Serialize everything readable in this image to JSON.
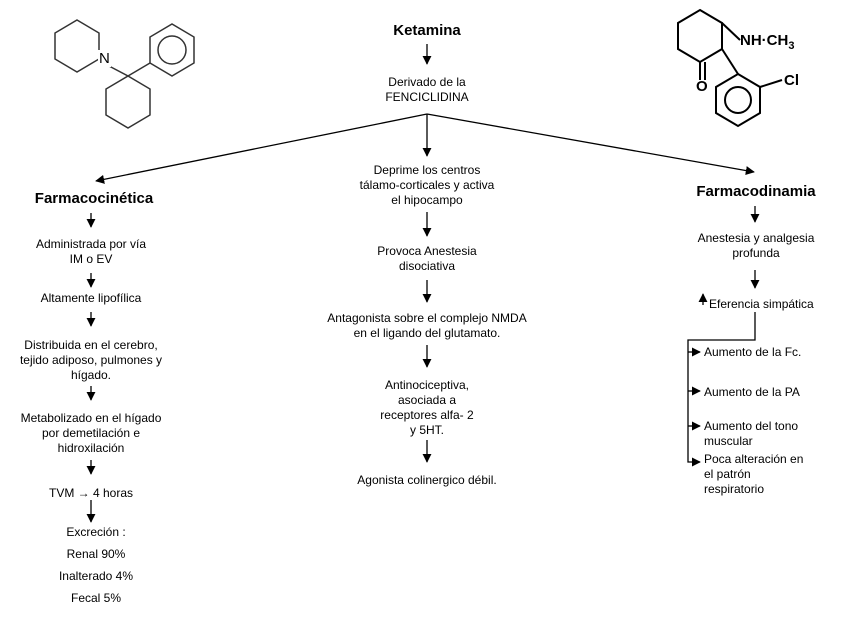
{
  "title": "Ketamina",
  "center": {
    "origin": "Derivado de la\nFENCICLIDINA",
    "steps": [
      "Deprime los centros\ntálamo-corticales y activa\nel hipocampo",
      "Provoca Anestesia\ndisociativa",
      "Antagonista sobre el complejo NMDA\nen el ligando del glutamato.",
      "Antinociceptiva,\nasociada a\nreceptores alfa- 2\ny 5HT.",
      "Agonista colinergico débil."
    ]
  },
  "left": {
    "heading": "Farmacocinética",
    "steps": [
      "Administrada por vía\nIM o EV",
      "Altamente lipofílica",
      "Distribuida en el cerebro,\ntejido adiposo, pulmones y\nhígado.",
      "Metabolizado en el hígado\npor demetilación e\nhidroxilación",
      "TVM → 4 horas"
    ],
    "excretion": {
      "label": "Excreción :",
      "items": [
        "Renal 90%",
        "Inalterado 4%",
        "Fecal 5%"
      ]
    }
  },
  "right": {
    "heading": "Farmacodinamia",
    "step1": "Anestesia y analgesia\nprofunda",
    "step2": "Eferencia simpática",
    "effects": [
      "Aumento de la Fc.",
      "Aumento de la PA",
      "Aumento del tono\nmuscular",
      "Poca alteración en\nel patrón\nrespiratorio"
    ]
  },
  "molecules": {
    "left_atom": "N",
    "right_amine": "NH",
    "right_dot": "·",
    "right_methyl": "CH",
    "right_methyl_sub": "3",
    "right_ketone": "O",
    "right_halogen": "Cl"
  }
}
